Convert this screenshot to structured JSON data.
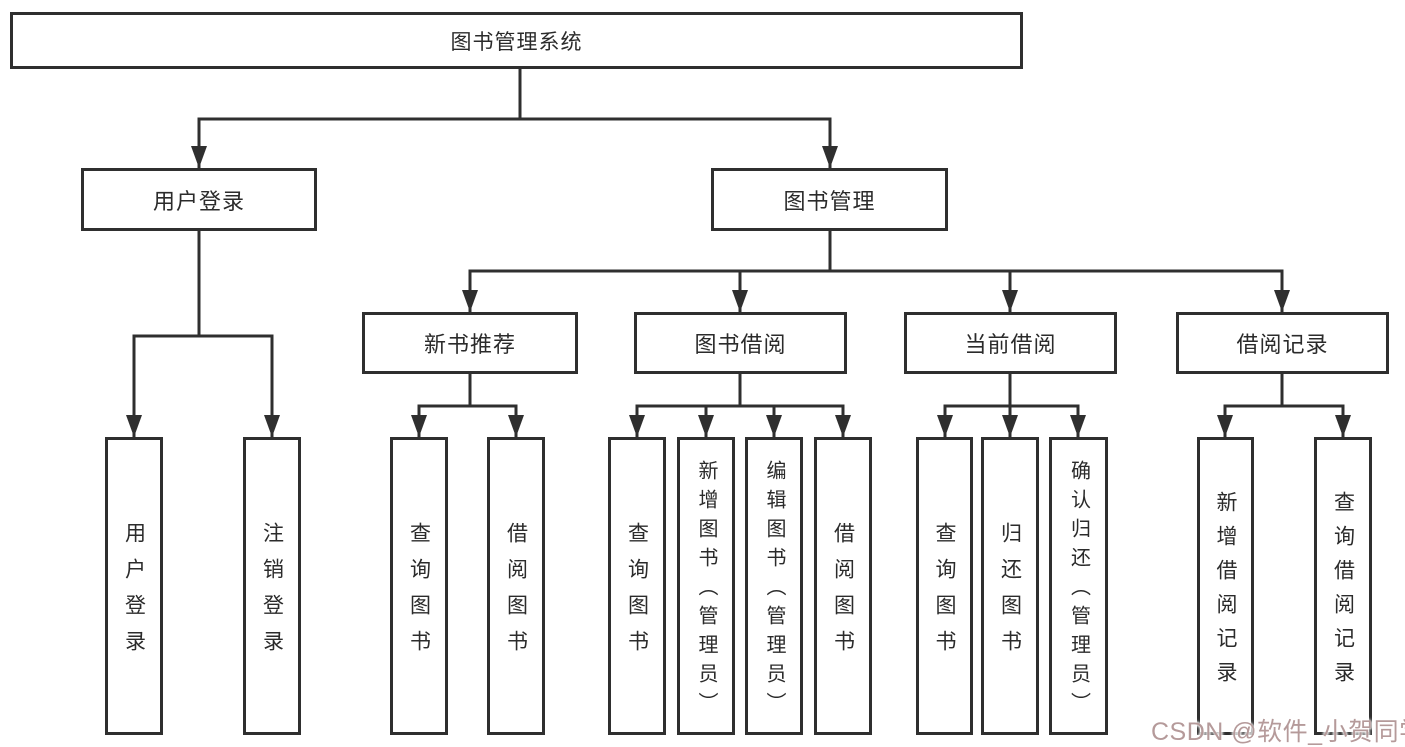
{
  "tree": {
    "root": {
      "label": "图书管理系统"
    },
    "branches": [
      {
        "label": "用户登录",
        "children": [
          {
            "label": "用户登录"
          },
          {
            "label": "注销登录"
          }
        ]
      },
      {
        "label": "图书管理",
        "children": [
          {
            "label": "新书推荐",
            "children": [
              {
                "label": "查询图书"
              },
              {
                "label": "借阅图书"
              }
            ]
          },
          {
            "label": "图书借阅",
            "children": [
              {
                "label": "查询图书"
              },
              {
                "label": "新增图书（管理员）"
              },
              {
                "label": "编辑图书（管理员）"
              },
              {
                "label": "借阅图书"
              }
            ]
          },
          {
            "label": "当前借阅",
            "children": [
              {
                "label": "查询图书"
              },
              {
                "label": "归还图书"
              },
              {
                "label": "确认归还（管理员）"
              }
            ]
          },
          {
            "label": "借阅记录",
            "children": [
              {
                "label": "新增借阅记录"
              },
              {
                "label": "查询借阅记录"
              }
            ]
          }
        ]
      }
    ]
  },
  "watermark": {
    "text": "CSDN @软件_小贺同学",
    "color": "#b59a9a"
  },
  "colors": {
    "line": "#2f2f2f",
    "box_border": "#2f2f2f",
    "box_fill": "#ffffff",
    "text": "#2b2b2b",
    "background": "#ffffff"
  }
}
